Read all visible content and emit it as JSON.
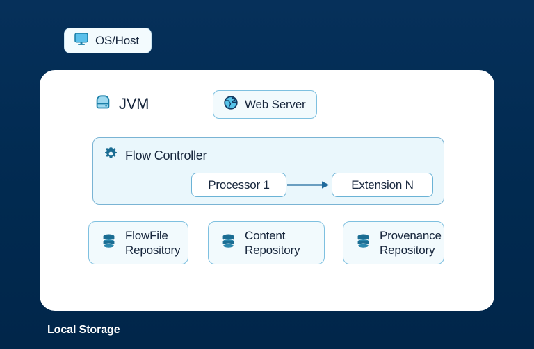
{
  "theme": {
    "background_navy": "#012b52",
    "panel_white": "#ffffff",
    "box_light_blue": "#f2fafd",
    "flow_controller_fill": "#eaf7fc",
    "border_blue": "#7ec0e0",
    "icon_light_blue": "#5bc0eb",
    "icon_dark_blue": "#11597f",
    "text_dark": "#17263c"
  },
  "os_host": {
    "label": "OS/Host",
    "icon": "monitor-icon"
  },
  "panel": {
    "jvm": {
      "label": "JVM",
      "icon": "hard-drive-icon"
    },
    "web_server": {
      "label": "Web Server",
      "icon": "globe-icon"
    },
    "flow_controller": {
      "title": "Flow Controller",
      "icon": "gear-icon",
      "nodes": [
        {
          "label": "Processor 1"
        },
        {
          "label": "Extension N"
        }
      ],
      "connector": "arrow-right-icon"
    },
    "repositories": [
      {
        "line1": "FlowFile",
        "line2": "Repository",
        "icon": "database-icon"
      },
      {
        "line1": "Content",
        "line2": "Repository",
        "icon": "database-icon"
      },
      {
        "line1": "Provenance",
        "line2": "Repository",
        "icon": "database-icon"
      }
    ]
  },
  "footer": {
    "label": "Local Storage"
  }
}
